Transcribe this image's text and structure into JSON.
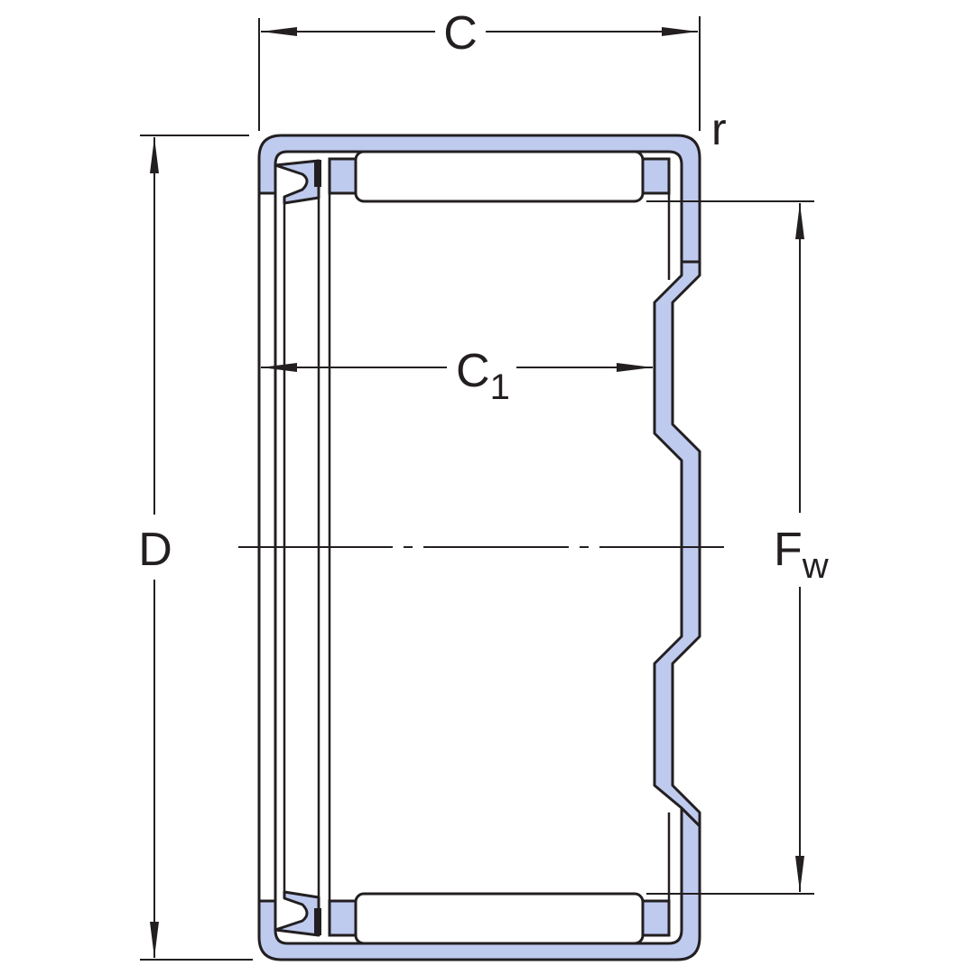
{
  "labels": {
    "C": "C",
    "C1_main": "C",
    "C1_sub": "1",
    "r": "r",
    "D": "D",
    "Fw_main": "F",
    "Fw_sub": "w"
  },
  "colors": {
    "fill": "#bfcaef",
    "stroke": "#231f20",
    "background": "#ffffff"
  }
}
